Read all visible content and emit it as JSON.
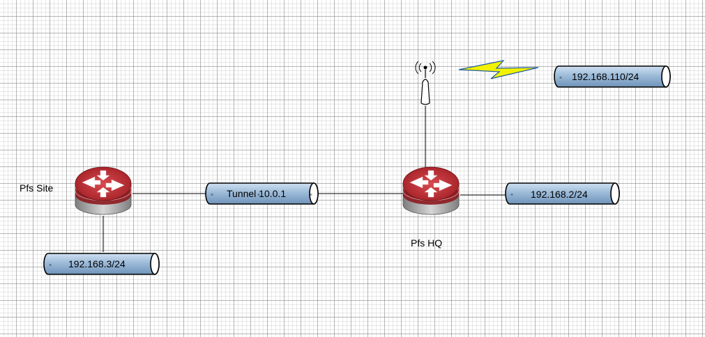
{
  "diagram": {
    "routers": {
      "site": {
        "label": "Pfs Site"
      },
      "hq": {
        "label": "Pfs HQ"
      }
    },
    "networks": {
      "site_lan": {
        "label": "192.168.3/24"
      },
      "tunnel": {
        "label": "Tunnel 10.0.1"
      },
      "hq_lan": {
        "label": "192.168.2/24"
      },
      "wireless_lan": {
        "label": "192.168.110/24"
      }
    },
    "icons": {
      "router": "router-icon",
      "wireless": "wireless-access-point-icon",
      "link": "lightning-bolt-icon"
    },
    "colors": {
      "router_top": "#b5262c",
      "router_body": "#9a9a9a",
      "pipe_fill": "#9dbbd9",
      "bolt_fill": "#f2f200",
      "bolt_stroke": "#1e5a9e"
    }
  }
}
